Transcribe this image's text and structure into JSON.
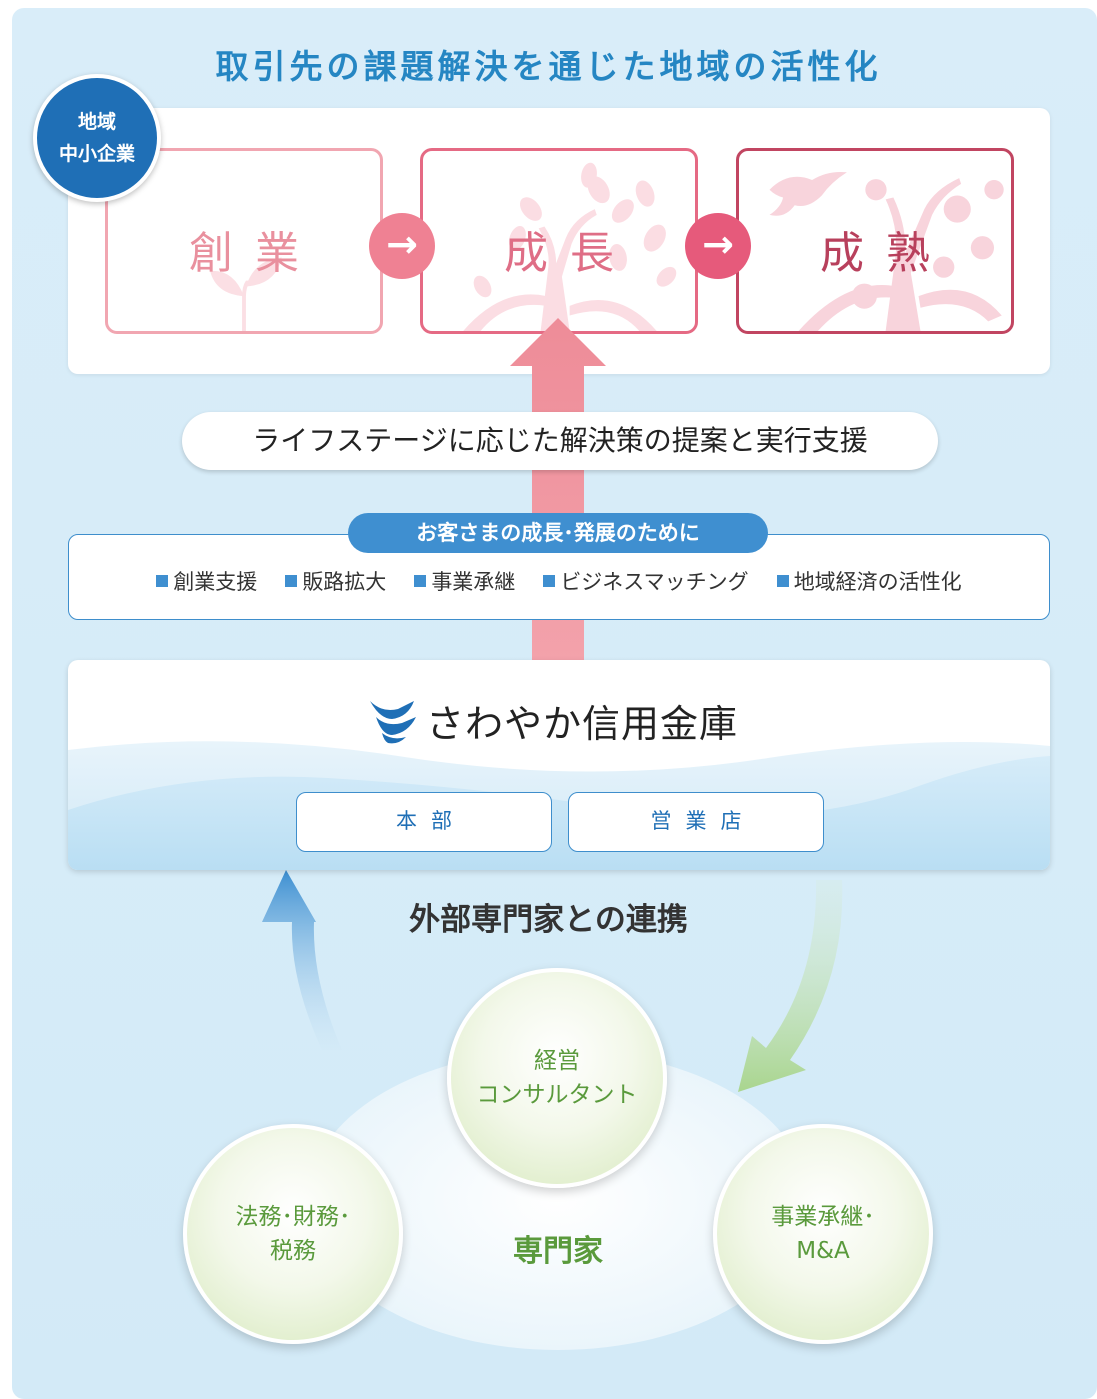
{
  "title": "取引先の課題解決を通じた地域の活性化",
  "badge": {
    "line1": "地域",
    "line2": "中小企業"
  },
  "stages": [
    {
      "label": "創業"
    },
    {
      "label": "成長"
    },
    {
      "label": "成熟"
    }
  ],
  "arrow_glyph": "→",
  "proposal": "ライフステージに応じた解決策の提案と実行支援",
  "support": {
    "tab": "お客さまの成長･発展のために",
    "items": [
      "創業支援",
      "販路拡大",
      "事業承継",
      "ビジネスマッチング",
      "地域経済の活性化"
    ]
  },
  "bank": {
    "name": "さわやか信用金庫",
    "departments": [
      "本部",
      "営業店"
    ]
  },
  "collaboration": "外部専門家との連携",
  "experts": {
    "center": "専門家",
    "management": {
      "line1": "経営",
      "line2": "コンサルタント"
    },
    "legal": {
      "line1": "法務･財務･",
      "line2": "税務"
    },
    "succession": {
      "line1": "事業承継･",
      "line2": "M&A"
    }
  },
  "colors": {
    "title_blue": "#2586c3",
    "badge_blue": "#1f6fb6",
    "stage_pink_light": "#f1a6b1",
    "stage_pink": "#e56a84",
    "stage_pink_dark": "#c14561",
    "expert_green": "#5a9a3c"
  }
}
